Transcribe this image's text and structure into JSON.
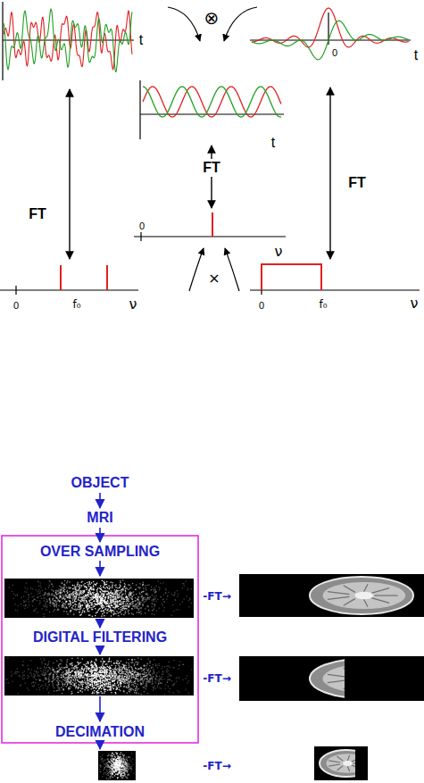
{
  "diagram": {
    "nodes": [
      {
        "text": [
          "OBJECT"
        ]
      },
      {
        "text": [
          "MRI"
        ]
      },
      {
        "text": [
          "OVER SAMPLING"
        ]
      },
      {
        "text": [
          "DIGITAL FILTERING"
        ]
      },
      {
        "text": [
          "DECIMATION"
        ]
      }
    ],
    "edges": [
      {
        "from": 0,
        "to": 1,
        "arrow": "to"
      },
      {
        "from": 1,
        "to": 2,
        "arrow": "to"
      }
    ],
    "labels": [
      "t",
      "⊗",
      "0",
      "t",
      "t",
      "FT",
      "0",
      "ν",
      "FT",
      "FT",
      "0",
      "f₀",
      "ν",
      "×",
      "0",
      "f₀",
      "ν",
      "-FT→",
      "-FT→",
      "-FT→"
    ]
  }
}
